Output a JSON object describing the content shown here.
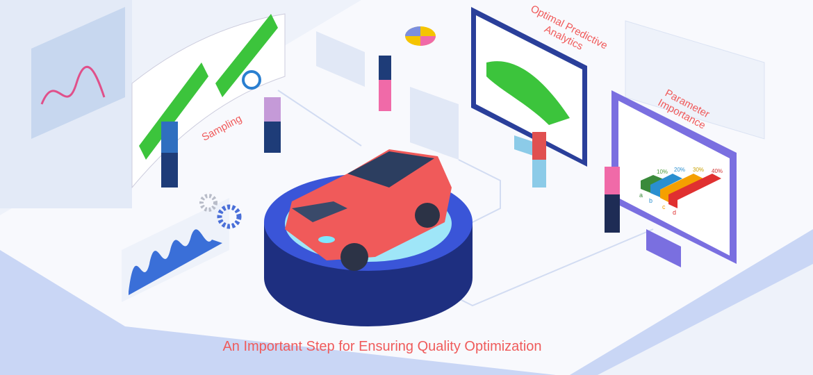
{
  "labels": {
    "sampling": "Sampling",
    "optimal_predictive_analytics": "Optimal Predictive Analytics",
    "parameter_importance": "Parameter Importance",
    "caption": "An Important Step for Ensuring Quality Optimization"
  },
  "bar_chart": {
    "percent_labels": [
      "10%",
      "20%",
      "30%",
      "40%"
    ],
    "category_labels": [
      "a",
      "b",
      "c",
      "d"
    ],
    "colors": [
      "#3a8a3a",
      "#2a8fd0",
      "#f5a000",
      "#e03030"
    ]
  },
  "colors": {
    "accent_text": "#ef5b5b",
    "platform_blue": "#1e3a9a",
    "car_red": "#f05a5a"
  }
}
